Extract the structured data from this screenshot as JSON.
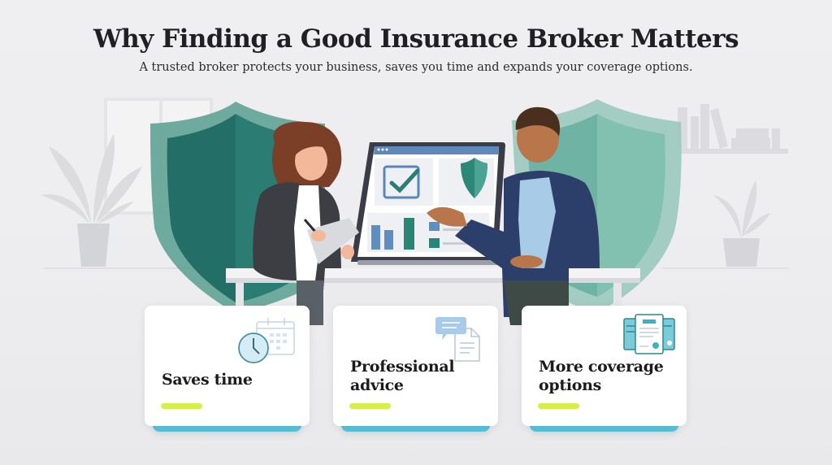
{
  "header": {
    "title": "Why Finding a Good Insurance Broker Matters",
    "subtitle": "A trusted broker protects your business, saves you time and expands your coverage options."
  },
  "illustration": {
    "description": "Two professionals at a desk discussing a tablet dashboard in front of green shields",
    "colors": {
      "shield_dark": "#2b7b72",
      "shield_light": "#78b8a8",
      "jacket_woman": "#3d3e44",
      "jacket_man": "#2c3f6b",
      "accent_teal": "#2e8b7a",
      "accent_blue": "#5b8fc0"
    },
    "tablet_icons": [
      "checkbox-icon",
      "shield-icon",
      "bar-chart-icon"
    ]
  },
  "cards": [
    {
      "label_line1": "Saves time",
      "label_line2": "",
      "icon": "clock-calendar-icon"
    },
    {
      "label_line1": "Professional",
      "label_line2": "advice",
      "icon": "chat-document-icon"
    },
    {
      "label_line1": "More coverage",
      "label_line2": "options",
      "icon": "policy-documents-icon"
    }
  ],
  "colors": {
    "background": "#eeeef0",
    "card_accent_bar": "#d6ee4a",
    "card_base": "#57c2da",
    "title_text": "#1f1f24"
  }
}
